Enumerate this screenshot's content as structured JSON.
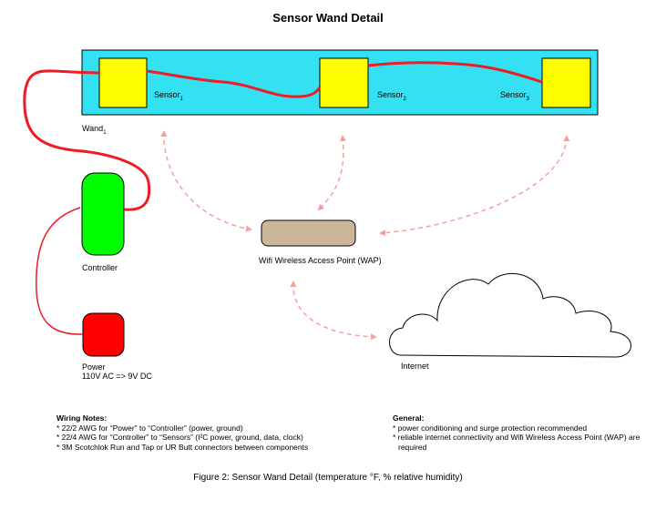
{
  "title": "Sensor Wand Detail",
  "wand": {
    "label": "Wand",
    "subscript": "1"
  },
  "sensors": [
    {
      "label": "Sensor",
      "subscript": "1"
    },
    {
      "label": "Sensor",
      "subscript": "2"
    },
    {
      "label": "Sensor",
      "subscript": "3"
    }
  ],
  "controller": {
    "label": "Controller"
  },
  "power": {
    "label": "Power",
    "spec": "110V AC => 9V DC"
  },
  "wap": {
    "label": "Wifi Wireless Access Point (WAP)"
  },
  "internet": {
    "label": "Internet"
  },
  "wiring_notes": {
    "heading": "Wiring Notes:",
    "items": [
      "* 22/2 AWG for “Power” to “Controller” (power, ground)",
      "* 22/4 AWG for “Controller” to “Sensors” (I²C power, ground, data, clock)",
      "* 3M Scotchlok Run and Tap or UR Butt connectors between components"
    ]
  },
  "general_notes": {
    "heading": "General:",
    "items": [
      "* power conditioning and surge protection recommended",
      "* reliable internet connectivity and Wifi Wireless Access Point (WAP) are required"
    ]
  },
  "caption": "Figure 2: Sensor Wand Detail (temperature °F, % relative humidity)",
  "colors": {
    "wand_fill": "#33E1F2",
    "sensor_fill": "#FFFF00",
    "controller_fill": "#00FF00",
    "power_fill": "#FF0000",
    "wap_fill": "#CDB79B",
    "cable": "#EE1C24",
    "wifi_dash": "#F4A09A"
  }
}
